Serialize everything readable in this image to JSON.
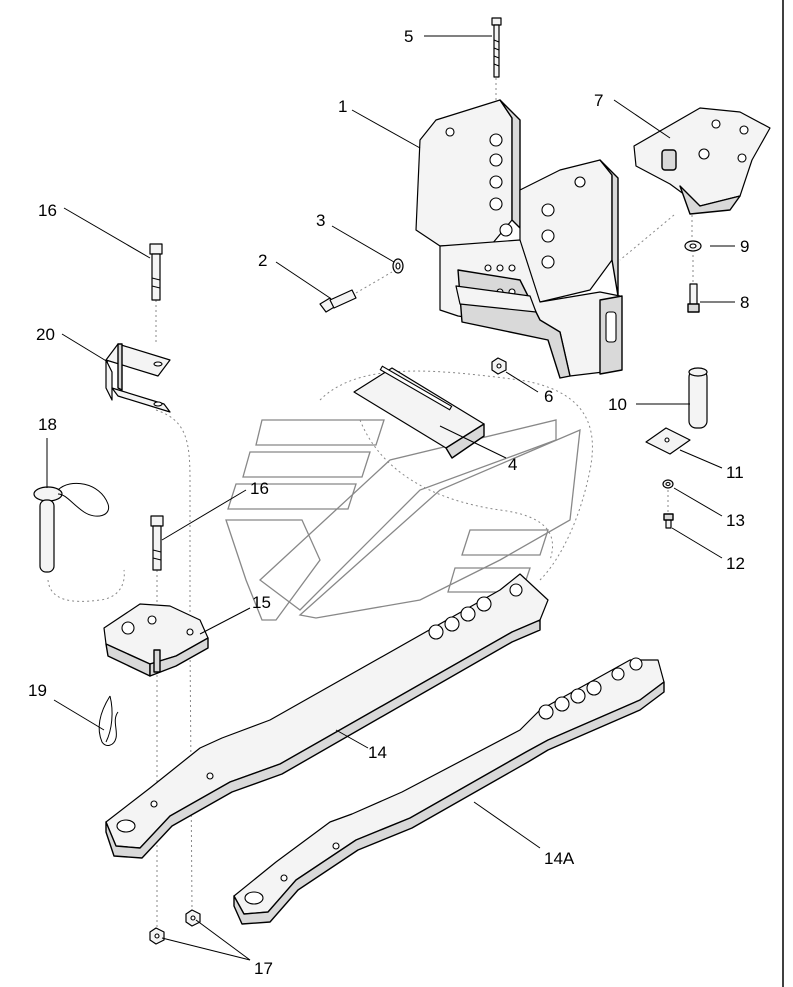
{
  "callouts": {
    "c1": "1",
    "c2": "2",
    "c3": "3",
    "c4": "4",
    "c5": "5",
    "c6": "6",
    "c7": "7",
    "c8": "8",
    "c9": "9",
    "c10": "10",
    "c11": "11",
    "c12": "12",
    "c13": "13",
    "c14": "14",
    "c14a": "14A",
    "c15": "15",
    "c16a": "16",
    "c16b": "16",
    "c17": "17",
    "c18": "18",
    "c19": "19",
    "c20": "20"
  }
}
